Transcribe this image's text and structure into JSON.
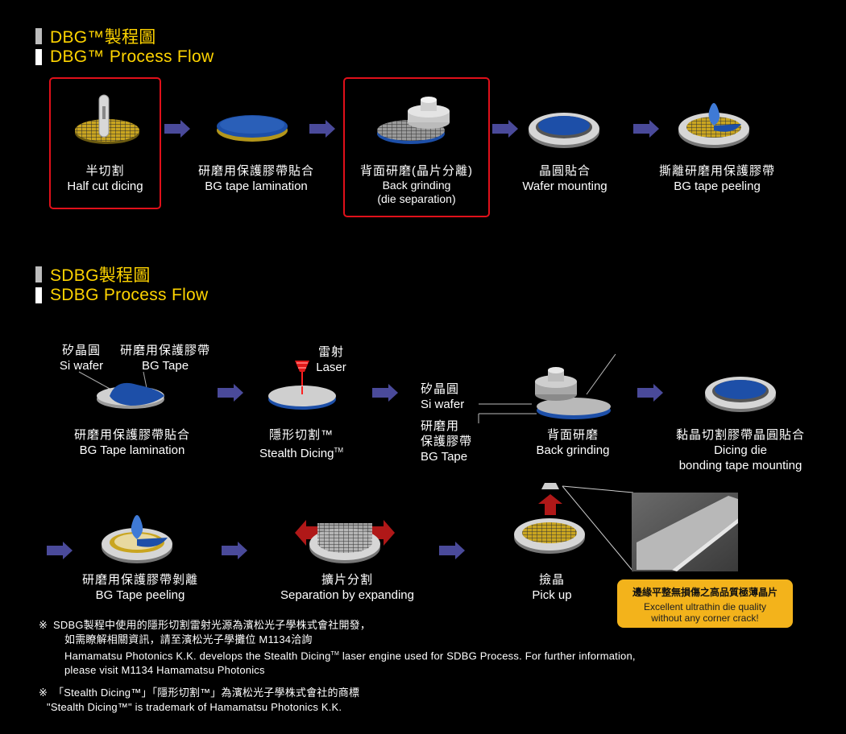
{
  "dbg": {
    "title_zh": "DBG™製程圖",
    "title_en": "DBG™ Process Flow",
    "steps": [
      {
        "zh": "半切割",
        "en": "Half cut dicing"
      },
      {
        "zh": "研磨用保護膠帶貼合",
        "en": "BG tape lamination"
      },
      {
        "zh": "背面研磨(晶片分離)",
        "en": "Back grinding",
        "en2": "(die separation)"
      },
      {
        "zh": "晶圓貼合",
        "en": "Wafer mounting"
      },
      {
        "zh": "撕離研磨用保護膠帶",
        "en": "BG tape peeling"
      }
    ]
  },
  "sdbg": {
    "title_zh": "SDBG製程圖",
    "title_en": "SDBG Process Flow",
    "si_wafer_zh": "矽晶圓",
    "si_wafer_en": "Si wafer",
    "bg_tape_zh": "研磨用保護膠帶",
    "bg_tape_en": "BG Tape",
    "laser_zh": "雷射",
    "laser_en": "Laser",
    "si_wafer2_zh": "矽晶圓",
    "si_wafer2_en": "Si wafer",
    "bg_tape2_zh1": "研磨用",
    "bg_tape2_zh2": "保護膠帶",
    "bg_tape2_en": "BG Tape",
    "steps": [
      {
        "zh": "研磨用保護膠帶貼合",
        "en": "BG Tape lamination"
      },
      {
        "zh": "隱形切割™",
        "en": "Stealth Dicing",
        "tm": "TM"
      },
      {
        "zh": "背面研磨",
        "en": "Back grinding"
      },
      {
        "zh": "黏晶切割膠帶晶圓貼合",
        "en": "Dicing die",
        "en2": "bonding tape mounting"
      },
      {
        "zh": "研磨用保護膠帶剝離",
        "en": "BG Tape peeling"
      },
      {
        "zh": "擴片分割",
        "en": "Separation by expanding"
      },
      {
        "zh": "撿晶",
        "en": "Pick up"
      }
    ],
    "callout_zh": "邊緣平整無損傷之高品質極薄晶片",
    "callout_en1": "Excellent ultrathin die quality",
    "callout_en2": "without any corner crack!"
  },
  "notes": {
    "n1_mark": "※",
    "n1_l1": "SDBG製程中使用的隱形切割雷射光源為濱松光子學株式會社開發，",
    "n1_l2": "如需瞭解相關資訊，請至濱松光子學攤位 M1134洽詢",
    "n1_l3a": "Hamamatsu Photonics K.K. develops the Stealth Dicing",
    "n1_l3tm": "TM",
    "n1_l3b": " laser engine used for SDBG Process.  For further information,",
    "n1_l4": "please visit M1134 Hamamatsu Photonics",
    "n2_mark": "※",
    "n2_l1": "「Stealth Dicing™」「隱形切割™」為濱松光子學株式會社的商標",
    "n2_l2": "\"Stealth Dicing™\" is trademark of Hamamatsu Photonics K.K."
  },
  "colors": {
    "title": "#ffd400",
    "red_box": "#e0101a",
    "arrow": "#4a4a9a",
    "wafer_blue": "#1d4fa8",
    "callout": "#f3b31b"
  }
}
